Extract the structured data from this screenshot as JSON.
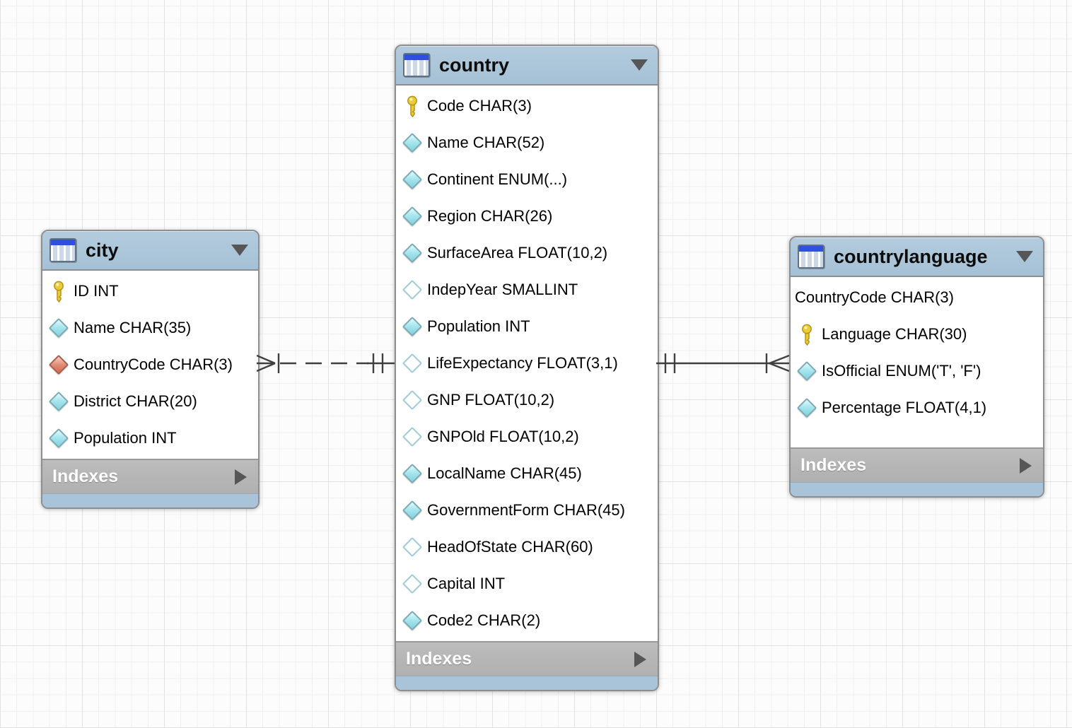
{
  "colors": {
    "header_blue": "#a9c3d9",
    "footer_gray": "#b5b5b5",
    "table_bg": "#ffffff",
    "primary_key_gold": "#f0d03c",
    "attribute_cyan": "#9fe3ec",
    "foreign_key_red": "#dc7a62",
    "relationship_line": "#3f3f3f",
    "grid_line": "#efefef"
  },
  "tables": [
    {
      "name": "city",
      "footer_label": "Indexes",
      "fields": [
        {
          "label": "ID INT",
          "icon": "key"
        },
        {
          "label": "Name CHAR(35)",
          "icon": "diamond-filled"
        },
        {
          "label": "CountryCode CHAR(3)",
          "icon": "diamond-fk"
        },
        {
          "label": "District CHAR(20)",
          "icon": "diamond-filled"
        },
        {
          "label": "Population INT",
          "icon": "diamond-filled"
        }
      ]
    },
    {
      "name": "country",
      "footer_label": "Indexes",
      "fields": [
        {
          "label": "Code CHAR(3)",
          "icon": "key"
        },
        {
          "label": "Name CHAR(52)",
          "icon": "diamond-filled"
        },
        {
          "label": "Continent ENUM(...)",
          "icon": "diamond-filled"
        },
        {
          "label": "Region CHAR(26)",
          "icon": "diamond-filled"
        },
        {
          "label": "SurfaceArea FLOAT(10,2)",
          "icon": "diamond-filled"
        },
        {
          "label": "IndepYear SMALLINT",
          "icon": "diamond-hollow"
        },
        {
          "label": "Population INT",
          "icon": "diamond-filled"
        },
        {
          "label": "LifeExpectancy FLOAT(3,1)",
          "icon": "diamond-hollow"
        },
        {
          "label": "GNP FLOAT(10,2)",
          "icon": "diamond-hollow"
        },
        {
          "label": "GNPOld FLOAT(10,2)",
          "icon": "diamond-hollow"
        },
        {
          "label": "LocalName CHAR(45)",
          "icon": "diamond-filled"
        },
        {
          "label": "GovernmentForm CHAR(45)",
          "icon": "diamond-filled"
        },
        {
          "label": "HeadOfState CHAR(60)",
          "icon": "diamond-hollow"
        },
        {
          "label": "Capital INT",
          "icon": "diamond-hollow"
        },
        {
          "label": "Code2 CHAR(2)",
          "icon": "diamond-filled"
        }
      ]
    },
    {
      "name": "countrylanguage",
      "footer_label": "Indexes",
      "fields": [
        {
          "label": "CountryCode CHAR(3)",
          "icon": "none"
        },
        {
          "label": "Language CHAR(30)",
          "icon": "key"
        },
        {
          "label": "IsOfficial ENUM('T', 'F')",
          "icon": "diamond-filled"
        },
        {
          "label": "Percentage FLOAT(4,1)",
          "icon": "diamond-filled"
        }
      ]
    }
  ],
  "relationships": [
    {
      "between": [
        "city",
        "country"
      ],
      "line_style": "dashed",
      "city_end": "many (crow's foot with bar)",
      "country_end": "one and only one (double bar)"
    },
    {
      "between": [
        "country",
        "countrylanguage"
      ],
      "line_style": "solid",
      "country_end": "one and only one (double bar)",
      "countrylanguage_end": "many (crow's foot with bar)"
    }
  ]
}
